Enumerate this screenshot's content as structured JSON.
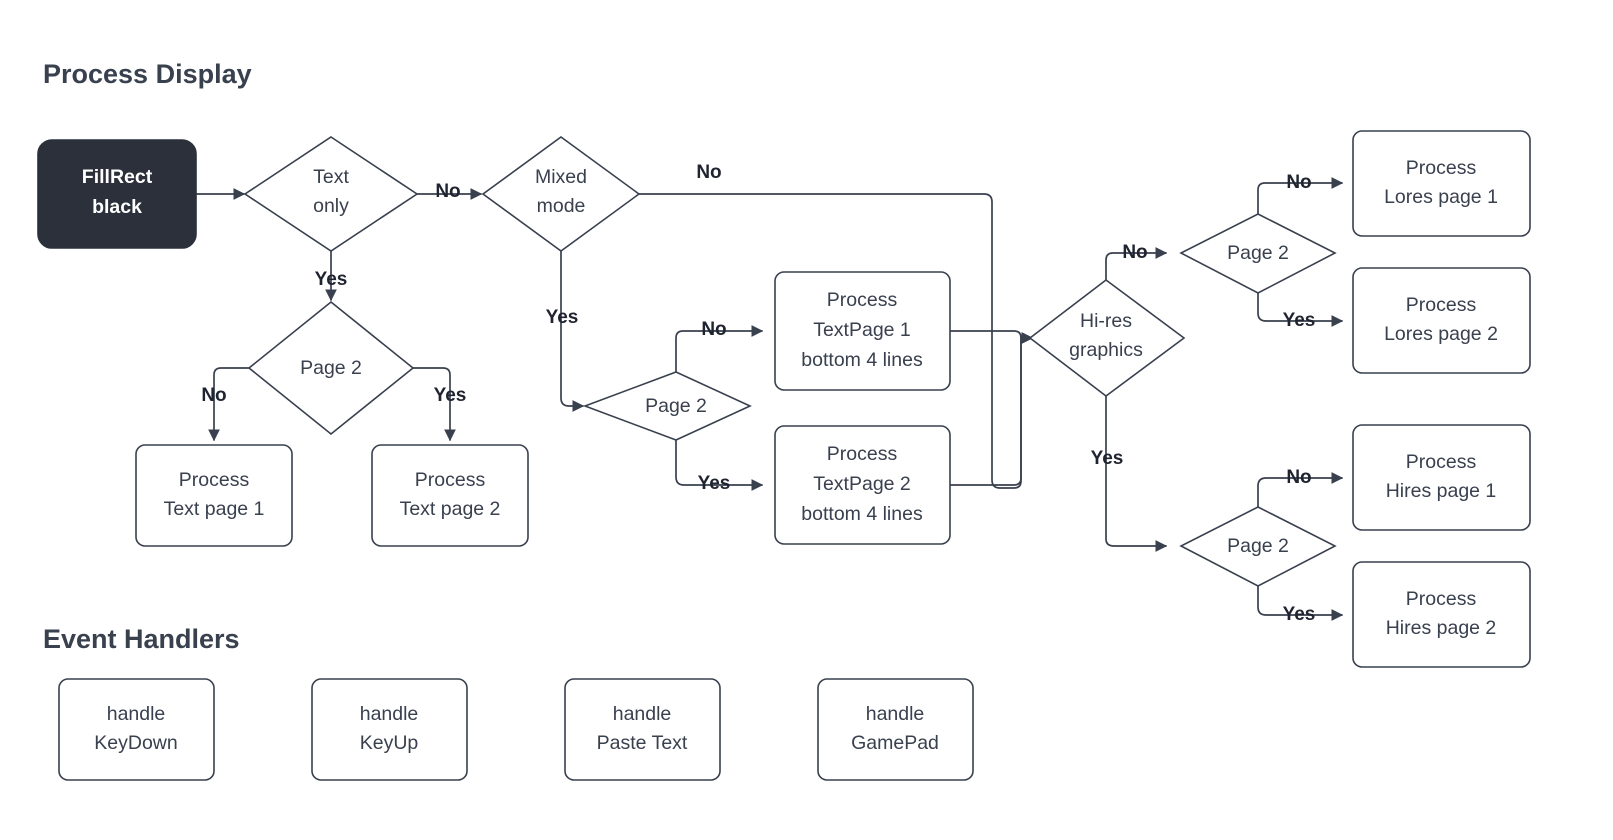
{
  "sections": {
    "process_display": "Process Display",
    "event_handlers": "Event Handlers"
  },
  "colors": {
    "background": "#ffffff",
    "stroke": "#39404e",
    "node_fill": "#ffffff",
    "start_fill": "#2b303b",
    "start_text": "#ffffff",
    "text": "#39404e",
    "label_text": "#1f2430"
  },
  "nodes": {
    "start": {
      "label_line1": "FillRect",
      "label_line2": "black"
    },
    "text_only": {
      "label_line1": "Text",
      "label_line2": "only"
    },
    "mixed_mode": {
      "label_line1": "Mixed",
      "label_line2": "mode"
    },
    "page2_text": {
      "label": "Page 2"
    },
    "proc_text_p1": {
      "label_line1": "Process",
      "label_line2": "Text page 1"
    },
    "proc_text_p2": {
      "label_line1": "Process",
      "label_line2": "Text page 2"
    },
    "page2_mixed": {
      "label": "Page 2"
    },
    "proc_textpage1": {
      "label_line1": "Process",
      "label_line2": "TextPage 1",
      "label_line3": "bottom 4 lines"
    },
    "proc_textpage2": {
      "label_line1": "Process",
      "label_line2": "TextPage 2",
      "label_line3": "bottom 4 lines"
    },
    "hires_graphics": {
      "label_line1": "Hi-res",
      "label_line2": "graphics"
    },
    "page2_lores": {
      "label": "Page 2"
    },
    "proc_lores_p1": {
      "label_line1": "Process",
      "label_line2": "Lores page 1"
    },
    "proc_lores_p2": {
      "label_line1": "Process",
      "label_line2": "Lores page 2"
    },
    "page2_hires": {
      "label": "Page 2"
    },
    "proc_hires_p1": {
      "label_line1": "Process",
      "label_line2": "Hires page 1"
    },
    "proc_hires_p2": {
      "label_line1": "Process",
      "label_line2": "Hires page 2"
    }
  },
  "edge_labels": {
    "text_only_no": "No",
    "text_only_yes": "Yes",
    "mixed_no": "No",
    "mixed_yes": "Yes",
    "page2_text_no": "No",
    "page2_text_yes": "Yes",
    "page2_mixed_no": "No",
    "page2_mixed_yes": "Yes",
    "hires_no": "No",
    "hires_yes": "Yes",
    "page2_lores_no": "No",
    "page2_lores_yes": "Yes",
    "page2_hires_no": "No",
    "page2_hires_yes": "Yes"
  },
  "handlers": [
    {
      "label_line1": "handle",
      "label_line2": "KeyDown"
    },
    {
      "label_line1": "handle",
      "label_line2": "KeyUp"
    },
    {
      "label_line1": "handle",
      "label_line2": "Paste Text"
    },
    {
      "label_line1": "handle",
      "label_line2": "GamePad"
    }
  ]
}
